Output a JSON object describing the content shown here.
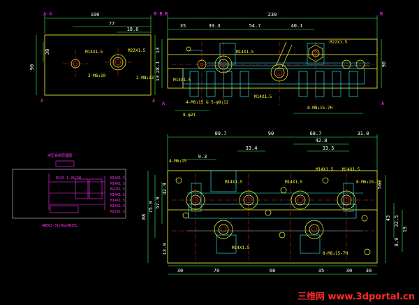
{
  "colors": {
    "background": "#000000",
    "outline": "#ffff33",
    "dimension": "#ffffff",
    "dimension_line": "#33ff66",
    "hidden": "#33ffff",
    "center": "#ff3333",
    "label": "#ff33ff",
    "schematic": "#ff33ff"
  },
  "left_view": {
    "dims": {
      "width": "100",
      "d2": "77",
      "d3": "18.6",
      "h_left": "90",
      "h_mid": "30",
      "h_mid2": "28.1"
    },
    "labels": {
      "port_p": "M14X1.5",
      "port_a": "M22X1.5",
      "thread_a": "3-M6↓10",
      "thread_b": "2-M8↓13"
    }
  },
  "top_view": {
    "dims": {
      "width": "230",
      "d1": "35",
      "d2": "39.3",
      "d3": "54.7",
      "d4": "40.1",
      "h": "90",
      "v1": "13",
      "v2": "13"
    },
    "labels": {
      "mount_holes": "4-M6↓15 & 5-φ9↓12",
      "bottom": "8-φ21",
      "port_c": "M14X1.5",
      "port_d": "M22X1.5",
      "bolt_holes": "8-M8↓15-7H",
      "side": "M14X1.5"
    }
  },
  "front_view": {
    "dims": {
      "top1": "89.7",
      "top2": "90",
      "top3": "68.7",
      "top4": "31.8",
      "top5": "33.4",
      "top6": "42.8",
      "top7": "33.5",
      "top8": "9.3",
      "bottom1": "30",
      "bottom2": "70",
      "bottom3": "68",
      "bottom4": "35",
      "bottom5": "30",
      "bottom6": "30",
      "left1": "88",
      "left2": "75.9",
      "left3": "57.9",
      "left4": "42.9",
      "left5": "13.9",
      "right1": "43",
      "right2": "32.5",
      "right3": "8.9",
      "right4": "19",
      "right5": "50"
    },
    "labels": {
      "tl": "4-M6↓15",
      "p1": "M14X1.5",
      "p2": "M14X1.5",
      "p3": "M14X1.5",
      "p4": "M14X1.5",
      "p5": "M14X1.5",
      "rt": "8-M6↓15-7H",
      "bottom_bolts": "8-M8↓15-7H"
    }
  },
  "schematic": {
    "title": "液压系统原理图",
    "left_labels": [
      "DC25-1.25/20"
    ],
    "right_labels": [
      "M14X1.5",
      "M14X1.5",
      "M22X1.5",
      "M14X1.5",
      "M14X1.5",
      "M14X1.5",
      "M22X1.5"
    ],
    "bottom_label": "4WE6J-31/AG24NZ5L"
  },
  "watermark": {
    "cn": "三维网",
    "url": "www.3dportal.cn"
  }
}
